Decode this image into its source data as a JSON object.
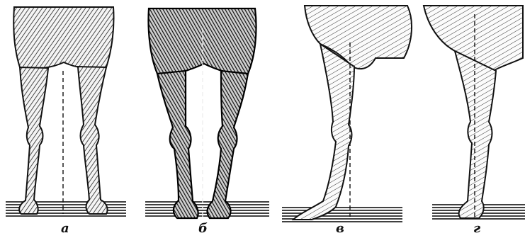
{
  "figure": {
    "panels": [
      {
        "id": "a",
        "caption": "а"
      },
      {
        "id": "b",
        "caption": "б"
      },
      {
        "id": "c",
        "caption": "в"
      },
      {
        "id": "d",
        "caption": "г"
      }
    ]
  }
}
